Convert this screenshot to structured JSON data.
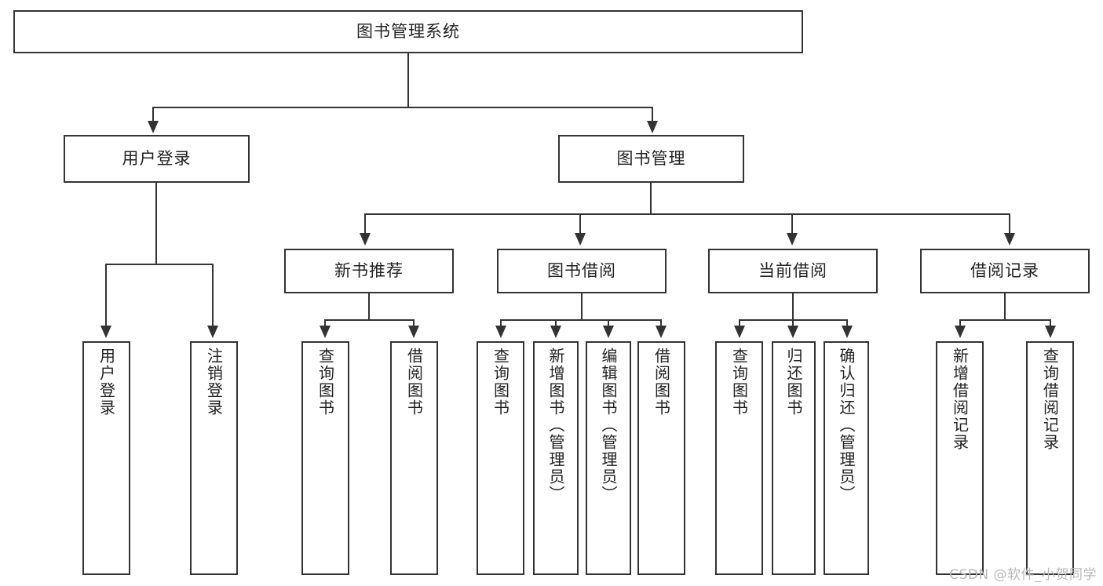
{
  "diagram": {
    "title": "图书管理系统",
    "type": "tree-hierarchy",
    "root": {
      "label": "图书管理系统"
    },
    "level2": [
      {
        "label": "用户登录"
      },
      {
        "label": "图书管理"
      }
    ],
    "level3": [
      {
        "label": "新书推荐"
      },
      {
        "label": "图书借阅"
      },
      {
        "label": "当前借阅"
      },
      {
        "label": "借阅记录"
      }
    ],
    "leaves": {
      "user_login": [
        {
          "label": "用户登录"
        },
        {
          "label": "注销登录"
        }
      ],
      "new_book_recommend": [
        {
          "label": "查询图书"
        },
        {
          "label": "借阅图书"
        }
      ],
      "book_borrow": [
        {
          "label": "查询图书"
        },
        {
          "label": "新增图书（管理员）"
        },
        {
          "label": "编辑图书（管理员）"
        },
        {
          "label": "借阅图书"
        }
      ],
      "current_borrow": [
        {
          "label": "查询图书"
        },
        {
          "label": "归还图书"
        },
        {
          "label": "确认归还（管理员）"
        }
      ],
      "borrow_record": [
        {
          "label": "新增借阅记录"
        },
        {
          "label": "查询借阅记录"
        }
      ]
    }
  },
  "watermark": {
    "text": "CSDN @软件_小贺同学"
  },
  "colors": {
    "stroke": "#333333",
    "background": "#ffffff",
    "text": "#222222",
    "watermark": "#b9b9b9"
  }
}
